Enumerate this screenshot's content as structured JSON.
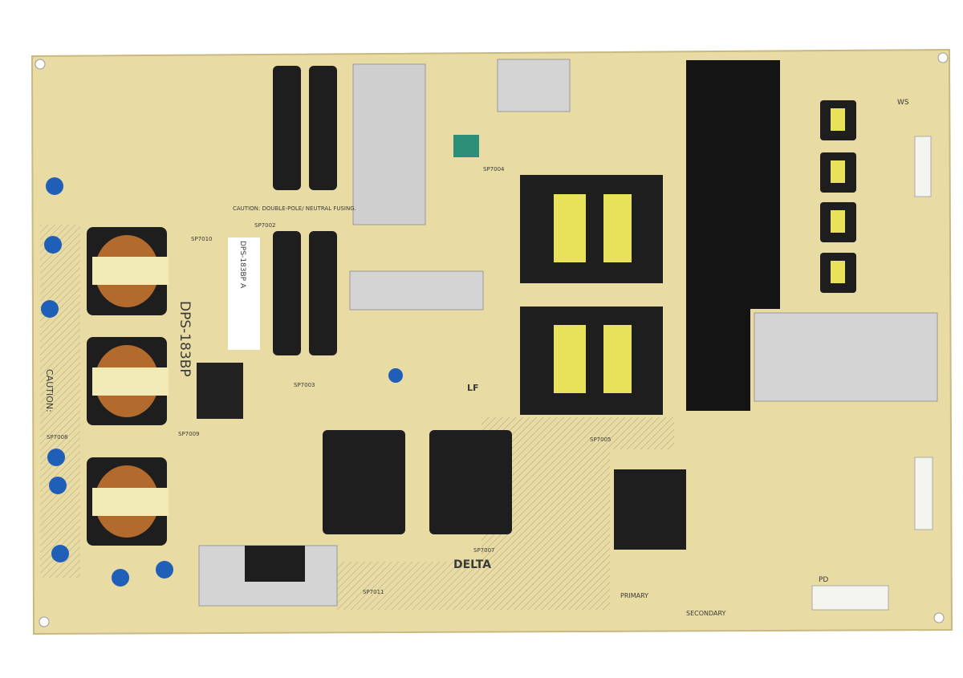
{
  "board": {
    "model_vertical": "DPS-183BP",
    "brand": "DELTA",
    "caution": "CAUTION:",
    "caution_fuse": "CAUTION: DOUBLE-POLE/ NEUTRAL FUSING.",
    "primary": "PRIMARY",
    "secondary": "SECONDARY",
    "pd": "PD",
    "lf": "LF",
    "ws": "WS",
    "sp_labels": [
      "SP7004",
      "SP7002",
      "SP7010",
      "SP7003",
      "SP7005",
      "SP7007",
      "SP7008",
      "SP7009",
      "SP7011"
    ],
    "sticker": "DPS-183BP A"
  },
  "colors": {
    "board": "#e9dba4",
    "trace_hatch": "#b9ad86",
    "capacitor": "#1e1e1e",
    "transformer_core": "#e8e25a",
    "heatsink": "#cfcfcf",
    "y_cap_blue": "#1f5fb8"
  }
}
